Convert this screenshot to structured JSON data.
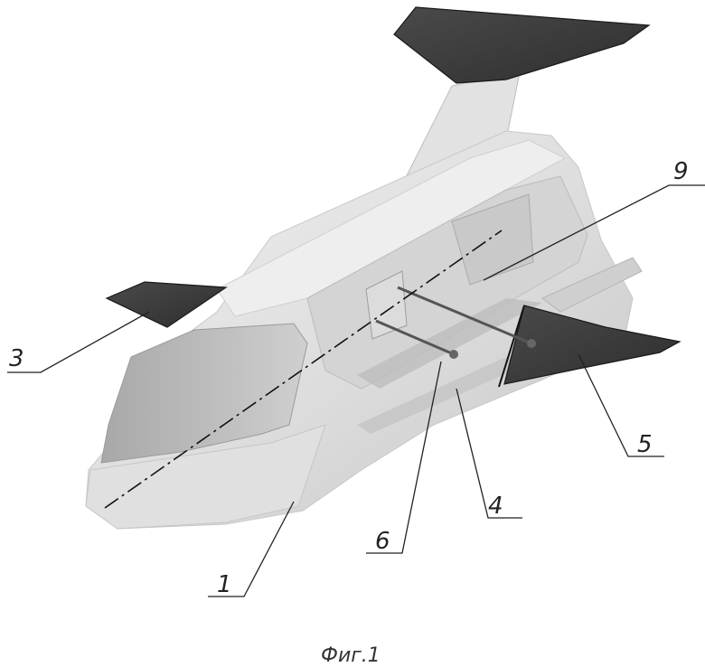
{
  "caption": "Фиг.1",
  "callouts": [
    {
      "id": "1",
      "label": "1"
    },
    {
      "id": "3",
      "label": "3"
    },
    {
      "id": "4",
      "label": "4"
    },
    {
      "id": "5",
      "label": "5"
    },
    {
      "id": "6",
      "label": "6"
    },
    {
      "id": "9",
      "label": "9"
    }
  ],
  "colors": {
    "body": "#e6e6e6",
    "shade": "#b9b9b9",
    "dark_surface": "#3c3c3c",
    "line": "#222222"
  }
}
